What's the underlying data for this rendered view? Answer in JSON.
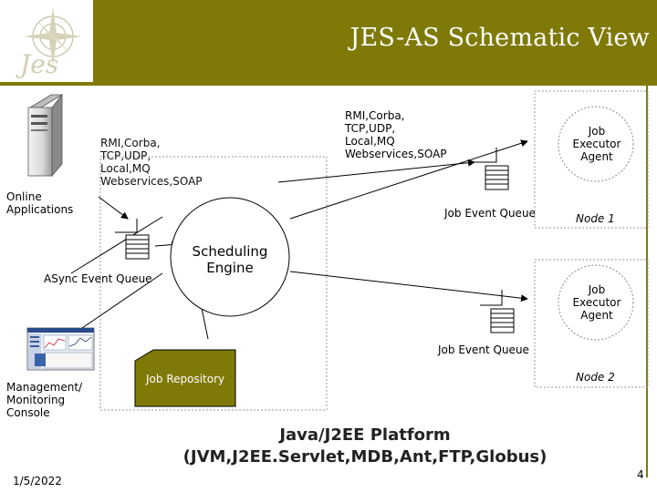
{
  "slide": {
    "title": "JES-AS Schematic View",
    "logo_text": "Jes",
    "date": "1/5/2022",
    "page_number": "4"
  },
  "diagram": {
    "online_applications": "Online\nApplications",
    "protocols_left": "RMI,Corba,\nTCP,UDP,\nLocal,MQ\nWebservices,SOAP",
    "protocols_top": "RMI,Corba,\nTCP,UDP,\nLocal,MQ\nWebservices,SOAP",
    "async_event_queue": "ASync Event Queue",
    "scheduling_engine": "Scheduling\nEngine",
    "job_event_queue_1": "Job Event Queue",
    "job_event_queue_2": "Job Event Queue",
    "job_executor_agent_1": "Job\nExecutor\nAgent",
    "job_executor_agent_2": "Job\nExecutor\nAgent",
    "node_1": "Node 1",
    "node_2": "Node 2",
    "job_repository": "Job Repository",
    "management_console": "Management/\nMonitoring\nConsole",
    "platform": "Java/J2EE Platform\n(JVM,J2EE.Servlet,MDB,Ant,FTP,Globus)"
  },
  "colors": {
    "header": "#7f7a08",
    "repository": "#7f7a08",
    "line": "#000000"
  }
}
